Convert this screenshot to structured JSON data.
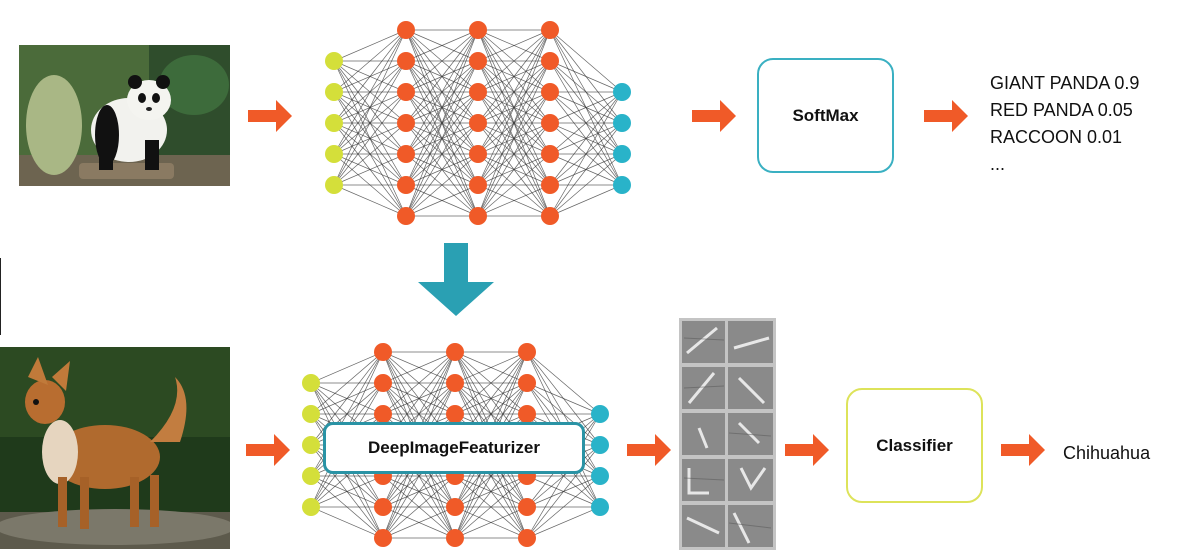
{
  "top": {
    "softmax_label": "SoftMax",
    "output_lines": [
      "GIANT PANDA 0.9",
      "RED PANDA 0.05",
      "RACCOON 0.01",
      "..."
    ]
  },
  "bottom": {
    "featurizer_label": "DeepImageFeaturizer",
    "classifier_label": "Classifier",
    "result_label": "Chihuahua"
  },
  "colors": {
    "arrow_orange": "#f05a28",
    "transfer_teal": "#2aa0b3",
    "input_node": "#d4df3a",
    "hidden_node": "#f05a28",
    "output_node": "#29b3c9",
    "softmax_border": "#3ab0c2",
    "featurizer_border": "#2a93a5",
    "classifier_border": "#dde35a"
  },
  "icons": {
    "panda_photo": "giant-panda-photo",
    "dog_photo": "chihuahua-photo",
    "feature_maps": "feature-maps-grid"
  }
}
